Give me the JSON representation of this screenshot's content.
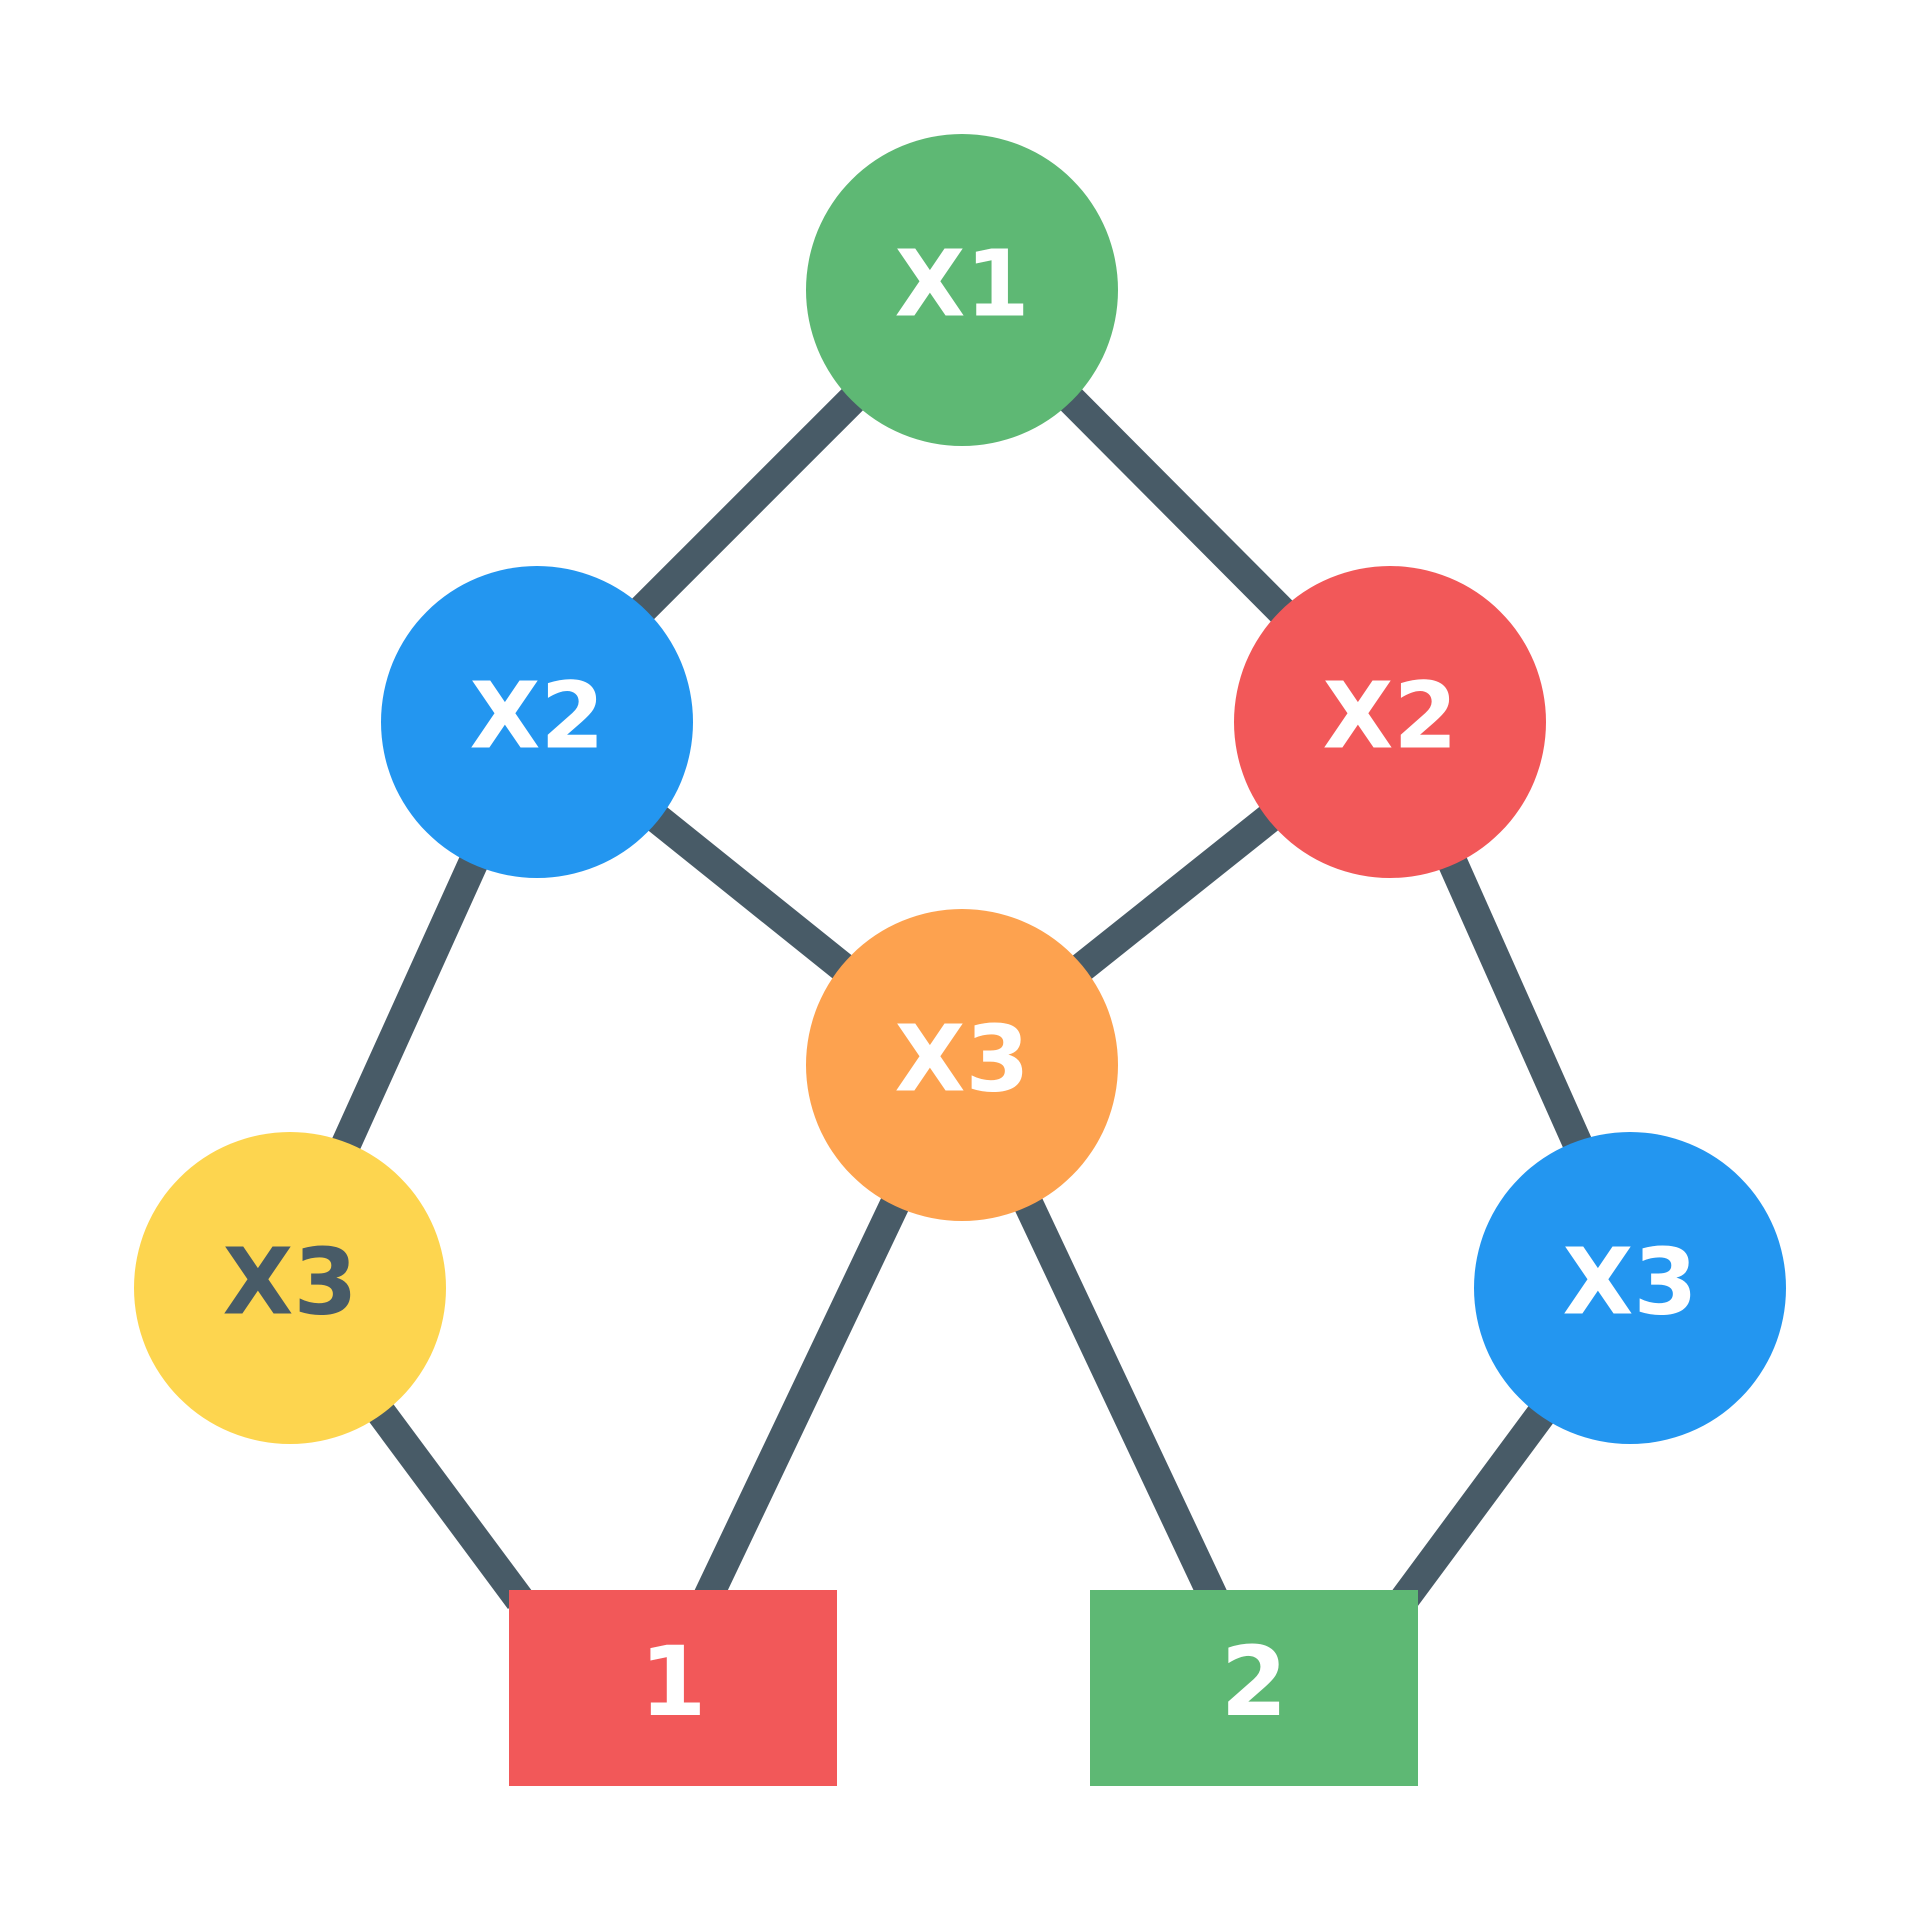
{
  "colors": {
    "edge": "#485b67",
    "green": "#5eb874",
    "blue": "#2396f0",
    "red": "#f25859",
    "orange": "#fda24f",
    "yellow": "#fdd54f",
    "label_light": "#ffffff",
    "label_dark": "#485b67"
  },
  "nodes": {
    "root": {
      "label": "X1",
      "color": "#5eb874",
      "label_color": "#ffffff"
    },
    "left_mid": {
      "label": "X2",
      "color": "#2396f0",
      "label_color": "#ffffff"
    },
    "right_mid": {
      "label": "X2",
      "color": "#f25859",
      "label_color": "#ffffff"
    },
    "center": {
      "label": "X3",
      "color": "#fda24f",
      "label_color": "#ffffff"
    },
    "left_low": {
      "label": "X3",
      "color": "#fdd54f",
      "label_color": "#485b67"
    },
    "right_low": {
      "label": "X3",
      "color": "#2396f0",
      "label_color": "#ffffff"
    }
  },
  "leaves": {
    "one": {
      "label": "1",
      "color": "#f25859",
      "label_color": "#ffffff"
    },
    "two": {
      "label": "2",
      "color": "#5eb874",
      "label_color": "#ffffff"
    }
  }
}
